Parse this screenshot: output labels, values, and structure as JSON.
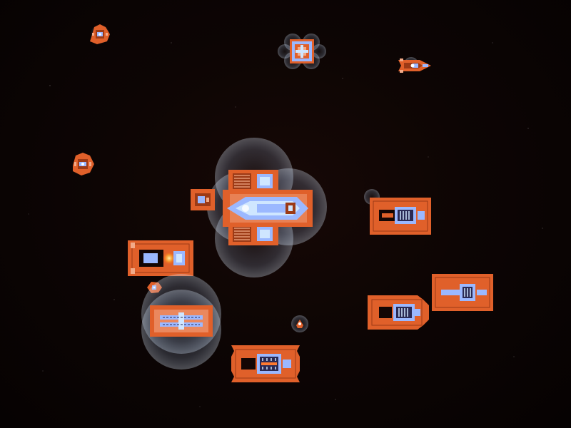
{
  "game": {
    "screen": "space-battle-view",
    "colors": {
      "hull": "#e0602a",
      "hull_dark": "#9c3a16",
      "hull_edge": "#c04a1c",
      "panel": "#f2aa88",
      "tech": "#9bb8ff",
      "tech_light": "#cfe6ff",
      "glow": "#ffd040",
      "shield": "#b8d6ff",
      "background": "#080303"
    },
    "units": [
      {
        "name": "scout-drone",
        "kind": "drone"
      },
      {
        "name": "shielded-station",
        "kind": "station"
      },
      {
        "name": "interceptor-fighter",
        "kind": "fighter"
      },
      {
        "name": "patrol-drone",
        "kind": "drone"
      },
      {
        "name": "command-carrier",
        "kind": "carrier"
      },
      {
        "name": "escort-pod",
        "kind": "pod"
      },
      {
        "name": "heavy-cruiser",
        "kind": "cruiser"
      },
      {
        "name": "assault-frigate",
        "kind": "frigate"
      },
      {
        "name": "small-drone",
        "kind": "drone"
      },
      {
        "name": "shielded-transport",
        "kind": "transport"
      },
      {
        "name": "mini-probe",
        "kind": "probe"
      },
      {
        "name": "battle-frigate",
        "kind": "frigate"
      },
      {
        "name": "gunship",
        "kind": "gunship"
      },
      {
        "name": "destroyer",
        "kind": "destroyer"
      }
    ]
  }
}
